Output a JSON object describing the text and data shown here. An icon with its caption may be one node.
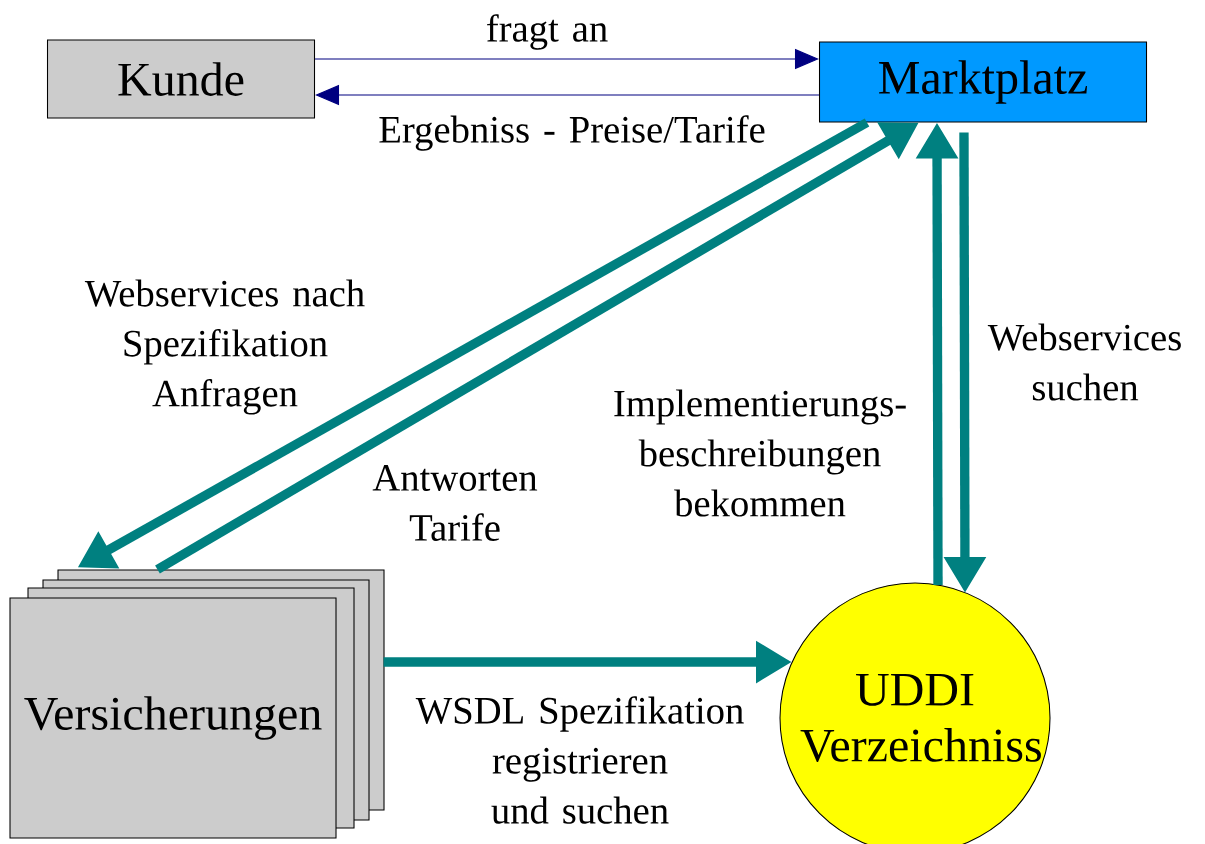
{
  "diagram": {
    "nodes": [
      {
        "text": [
          "Kunde"
        ]
      },
      {
        "text": [
          "Marktplatz"
        ]
      },
      {
        "text": [
          "Versicherungen"
        ]
      },
      {
        "text": [
          "UDDI Verzeichniss"
        ]
      }
    ],
    "edges": [
      {
        "from": 0,
        "to": 1,
        "arrow": "to",
        "label": "fragt an",
        "color": "#000080"
      },
      {
        "from": 1,
        "to": 0,
        "arrow": "to",
        "label": "Ergebniss - Preise/Tarife",
        "color": "#000080"
      },
      {
        "from": 1,
        "to": 2,
        "arrow": "to",
        "label": "Webservices nach Spezifikation Anfragen"
      },
      {
        "from": 2,
        "to": 1,
        "arrow": "to",
        "label": "Antworten Tarife"
      },
      {
        "from": 3,
        "to": 1,
        "arrow": "to",
        "label": "Implementierungs- beschreibungen bekommen"
      },
      {
        "from": 1,
        "to": 3,
        "arrow": "to",
        "label": "Webservices suchen"
      },
      {
        "from": 2,
        "to": 3,
        "arrow": "to",
        "label": "WSDL Spezifikation registrieren und suchen"
      }
    ]
  }
}
